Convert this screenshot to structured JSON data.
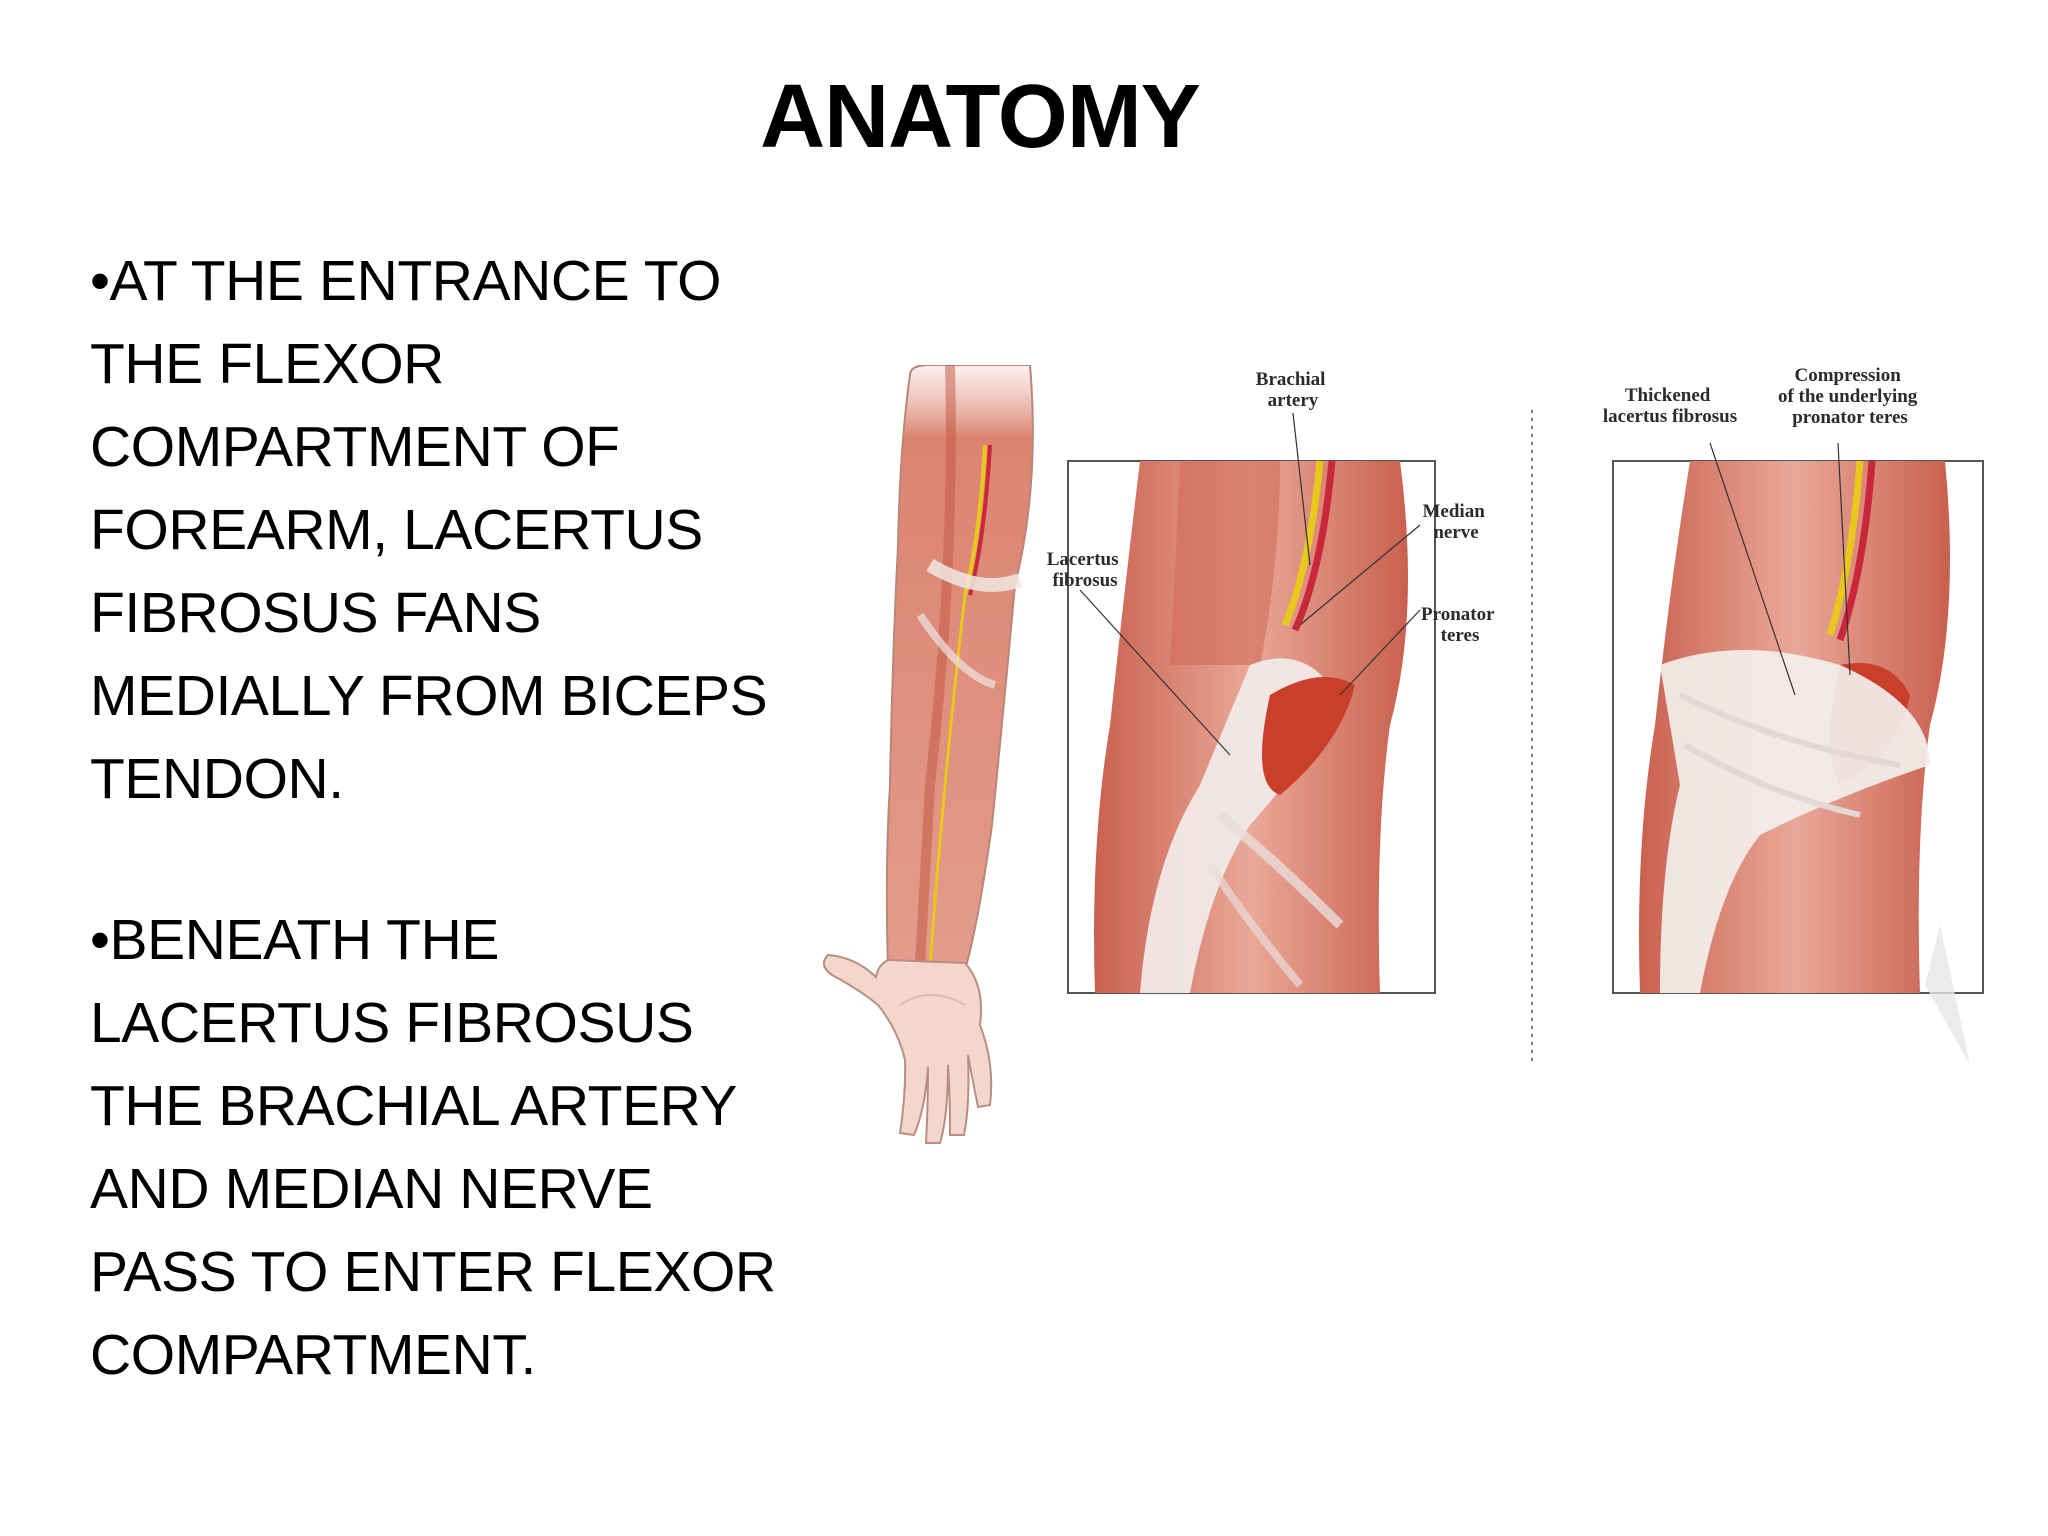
{
  "slide": {
    "title": "ANATOMY",
    "bullets": [
      {
        "lines": [
          "•AT THE ENTRANCE TO",
          "THE FLEXOR",
          "COMPARTMENT OF",
          "FOREARM, LACERTUS",
          "FIBROSUS FANS",
          "MEDIALLY FROM BICEPS",
          "TENDON."
        ]
      },
      {
        "lines": [
          "•BENEATH THE",
          "LACERTUS FIBROSUS",
          "THE BRACHIAL ARTERY",
          "AND MEDIAN NERVE",
          "PASS TO ENTER FLEXOR",
          "COMPARTMENT."
        ]
      }
    ]
  },
  "figure": {
    "labels": {
      "brachial_artery": [
        "Brachial",
        "artery"
      ],
      "median_nerve": [
        "Median",
        "nerve"
      ],
      "lacertus_fibrosus": [
        "Lacertus",
        "fibrosus"
      ],
      "pronator_teres": [
        "Pronator",
        "teres"
      ],
      "thickened": [
        "Thickened",
        "lacertus fibrosus"
      ],
      "compression": [
        "Compression",
        "of the underlying",
        "pronator teres"
      ]
    },
    "colors": {
      "muscle": "#d9786a",
      "muscle_light": "#eaa898",
      "skin": "#f3d6cc",
      "aponeurosis": "#f2ecea",
      "artery": "#c8283a",
      "nerve": "#e8c81c"
    }
  }
}
